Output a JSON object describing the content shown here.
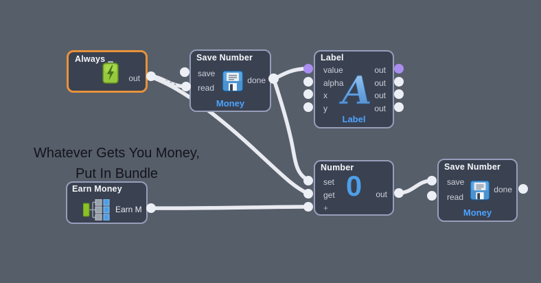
{
  "annotation": {
    "line1": "Whatever Gets You Money,",
    "line2": "Put In Bundle"
  },
  "nodes": {
    "always": {
      "title": "Always",
      "icon": "battery-icon",
      "ports": {
        "out": "out"
      }
    },
    "save_number_1": {
      "title": "Save Number",
      "icon": "floppy-disk-icon",
      "bundle": "Money",
      "ports": {
        "save": "save",
        "read": "read",
        "done": "done"
      }
    },
    "label": {
      "title": "Label",
      "glyph": "A",
      "bundle": "Label",
      "ports": {
        "value": "value",
        "alpha": "alpha",
        "x": "x",
        "y": "y",
        "out": "out"
      }
    },
    "number": {
      "title": "Number",
      "value": "0",
      "ports": {
        "set": "set",
        "get": "get",
        "plus": "+",
        "out": "out"
      }
    },
    "save_number_2": {
      "title": "Save Number",
      "icon": "floppy-disk-icon",
      "bundle": "Money",
      "ports": {
        "save": "save",
        "read": "read",
        "done": "done"
      }
    },
    "earn_money": {
      "title": "Earn Money",
      "icon": "bundle-graph-icon",
      "content_label": "Earn M",
      "ports": {
        "out": ""
      }
    }
  },
  "connections": [
    {
      "from": "always.out",
      "to": "save_number_1.read"
    },
    {
      "from": "always.out",
      "to": "number.get"
    },
    {
      "from": "save_number_1.done",
      "to": "label.value"
    },
    {
      "from": "save_number_1.done",
      "to": "number.set"
    },
    {
      "from": "earn_money.out",
      "to": "number.plus"
    },
    {
      "from": "number.out",
      "to": "save_number_2.save"
    }
  ],
  "colors": {
    "background": "#565e6a",
    "node_background": "#3a4150",
    "node_border": "#979eba",
    "always_border": "#e8923a",
    "wire": "#e9ebf1",
    "port": "#eceff5",
    "port_connected_value": "#aa8df0",
    "bundle_text": "#4da3ff",
    "number_value_text": "#4d9fe8",
    "annotation_text": "#13131b"
  }
}
